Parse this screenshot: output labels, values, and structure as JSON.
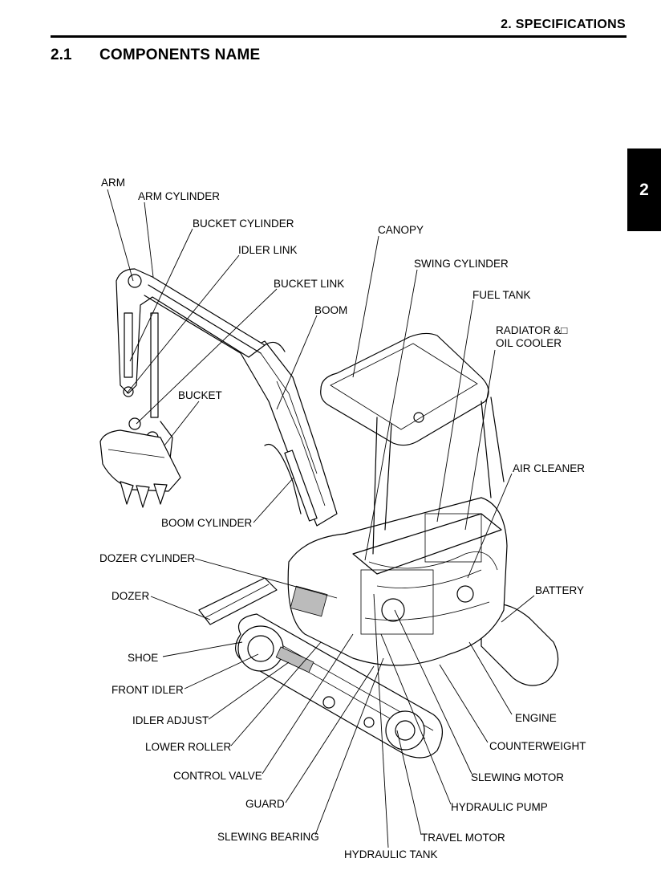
{
  "header": {
    "title": "2.  SPECIFICATIONS"
  },
  "section": {
    "number": "2.1",
    "title": "COMPONENTS NAME"
  },
  "chapter_tab": "2",
  "labels": {
    "arm": "ARM",
    "arm_cylinder": "ARM CYLINDER",
    "bucket_cylinder": "BUCKET CYLINDER",
    "idler_link": "IDLER LINK",
    "bucket_link": "BUCKET LINK",
    "boom": "BOOM",
    "canopy": "CANOPY",
    "swing_cylinder": "SWING CYLINDER",
    "fuel_tank": "FUEL TANK",
    "radiator_oil_cooler": "RADIATOR &□\nOIL COOLER",
    "bucket": "BUCKET",
    "air_cleaner": "AIR CLEANER",
    "boom_cylinder": "BOOM CYLINDER",
    "dozer_cylinder": "DOZER CYLINDER",
    "battery": "BATTERY",
    "dozer": "DOZER",
    "shoe": "SHOE",
    "front_idler": "FRONT IDLER",
    "engine": "ENGINE",
    "idler_adjust": "IDLER ADJUST",
    "counterweight": "COUNTERWEIGHT",
    "lower_roller": "LOWER ROLLER",
    "control_valve": "CONTROL VALVE",
    "slewing_motor": "SLEWING MOTOR",
    "guard": "GUARD",
    "hydraulic_pump": "HYDRAULIC PUMP",
    "slewing_bearing": "SLEWING BEARING",
    "travel_motor": "TRAVEL MOTOR",
    "hydraulic_tank": "HYDRAULIC TANK"
  }
}
